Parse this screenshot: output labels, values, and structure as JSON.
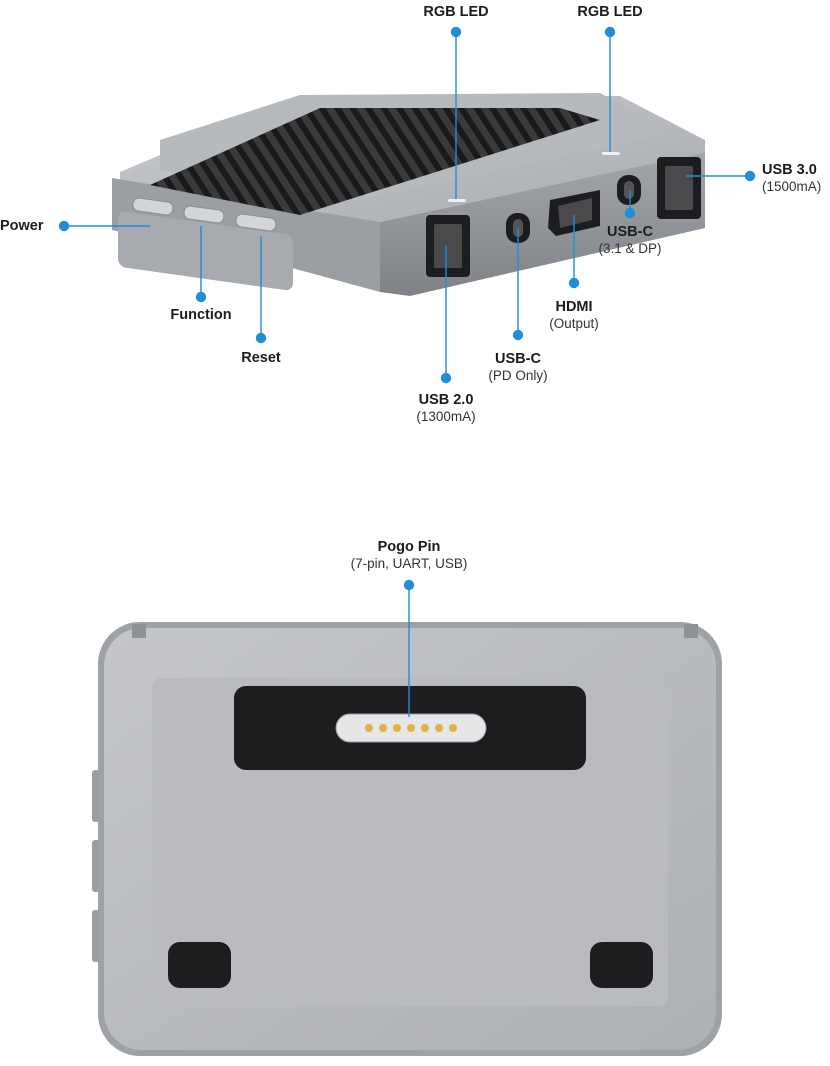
{
  "labels": {
    "rgb_led_left": "RGB LED",
    "rgb_led_right": "RGB LED",
    "usb3": {
      "title": "USB 3.0",
      "sub": "(1500mA)"
    },
    "power": "Power",
    "function": "Function",
    "reset": "Reset",
    "usbc_dp": {
      "title": "USB-C",
      "sub": "(3.1 & DP)"
    },
    "hdmi": {
      "title": "HDMI",
      "sub": "(Output)"
    },
    "usbc_pd": {
      "title": "USB-C",
      "sub": "(PD Only)"
    },
    "usb2": {
      "title": "USB 2.0",
      "sub": "(1300mA)"
    },
    "pogo": {
      "title": "Pogo Pin",
      "sub": "(7-pin, UART, USB)"
    }
  },
  "colors": {
    "accent": "#1e8fd6",
    "body_silver": "#b8babd",
    "body_dark": "#8d9094",
    "heatsink": "#2b2b2d",
    "pogo_pad": "#1d1d1f",
    "pin_gold": "#e0b341"
  },
  "icons": [
    "usb-a-port-icon",
    "usb-c-port-icon",
    "hdmi-port-icon",
    "pogo-pin-icon"
  ]
}
